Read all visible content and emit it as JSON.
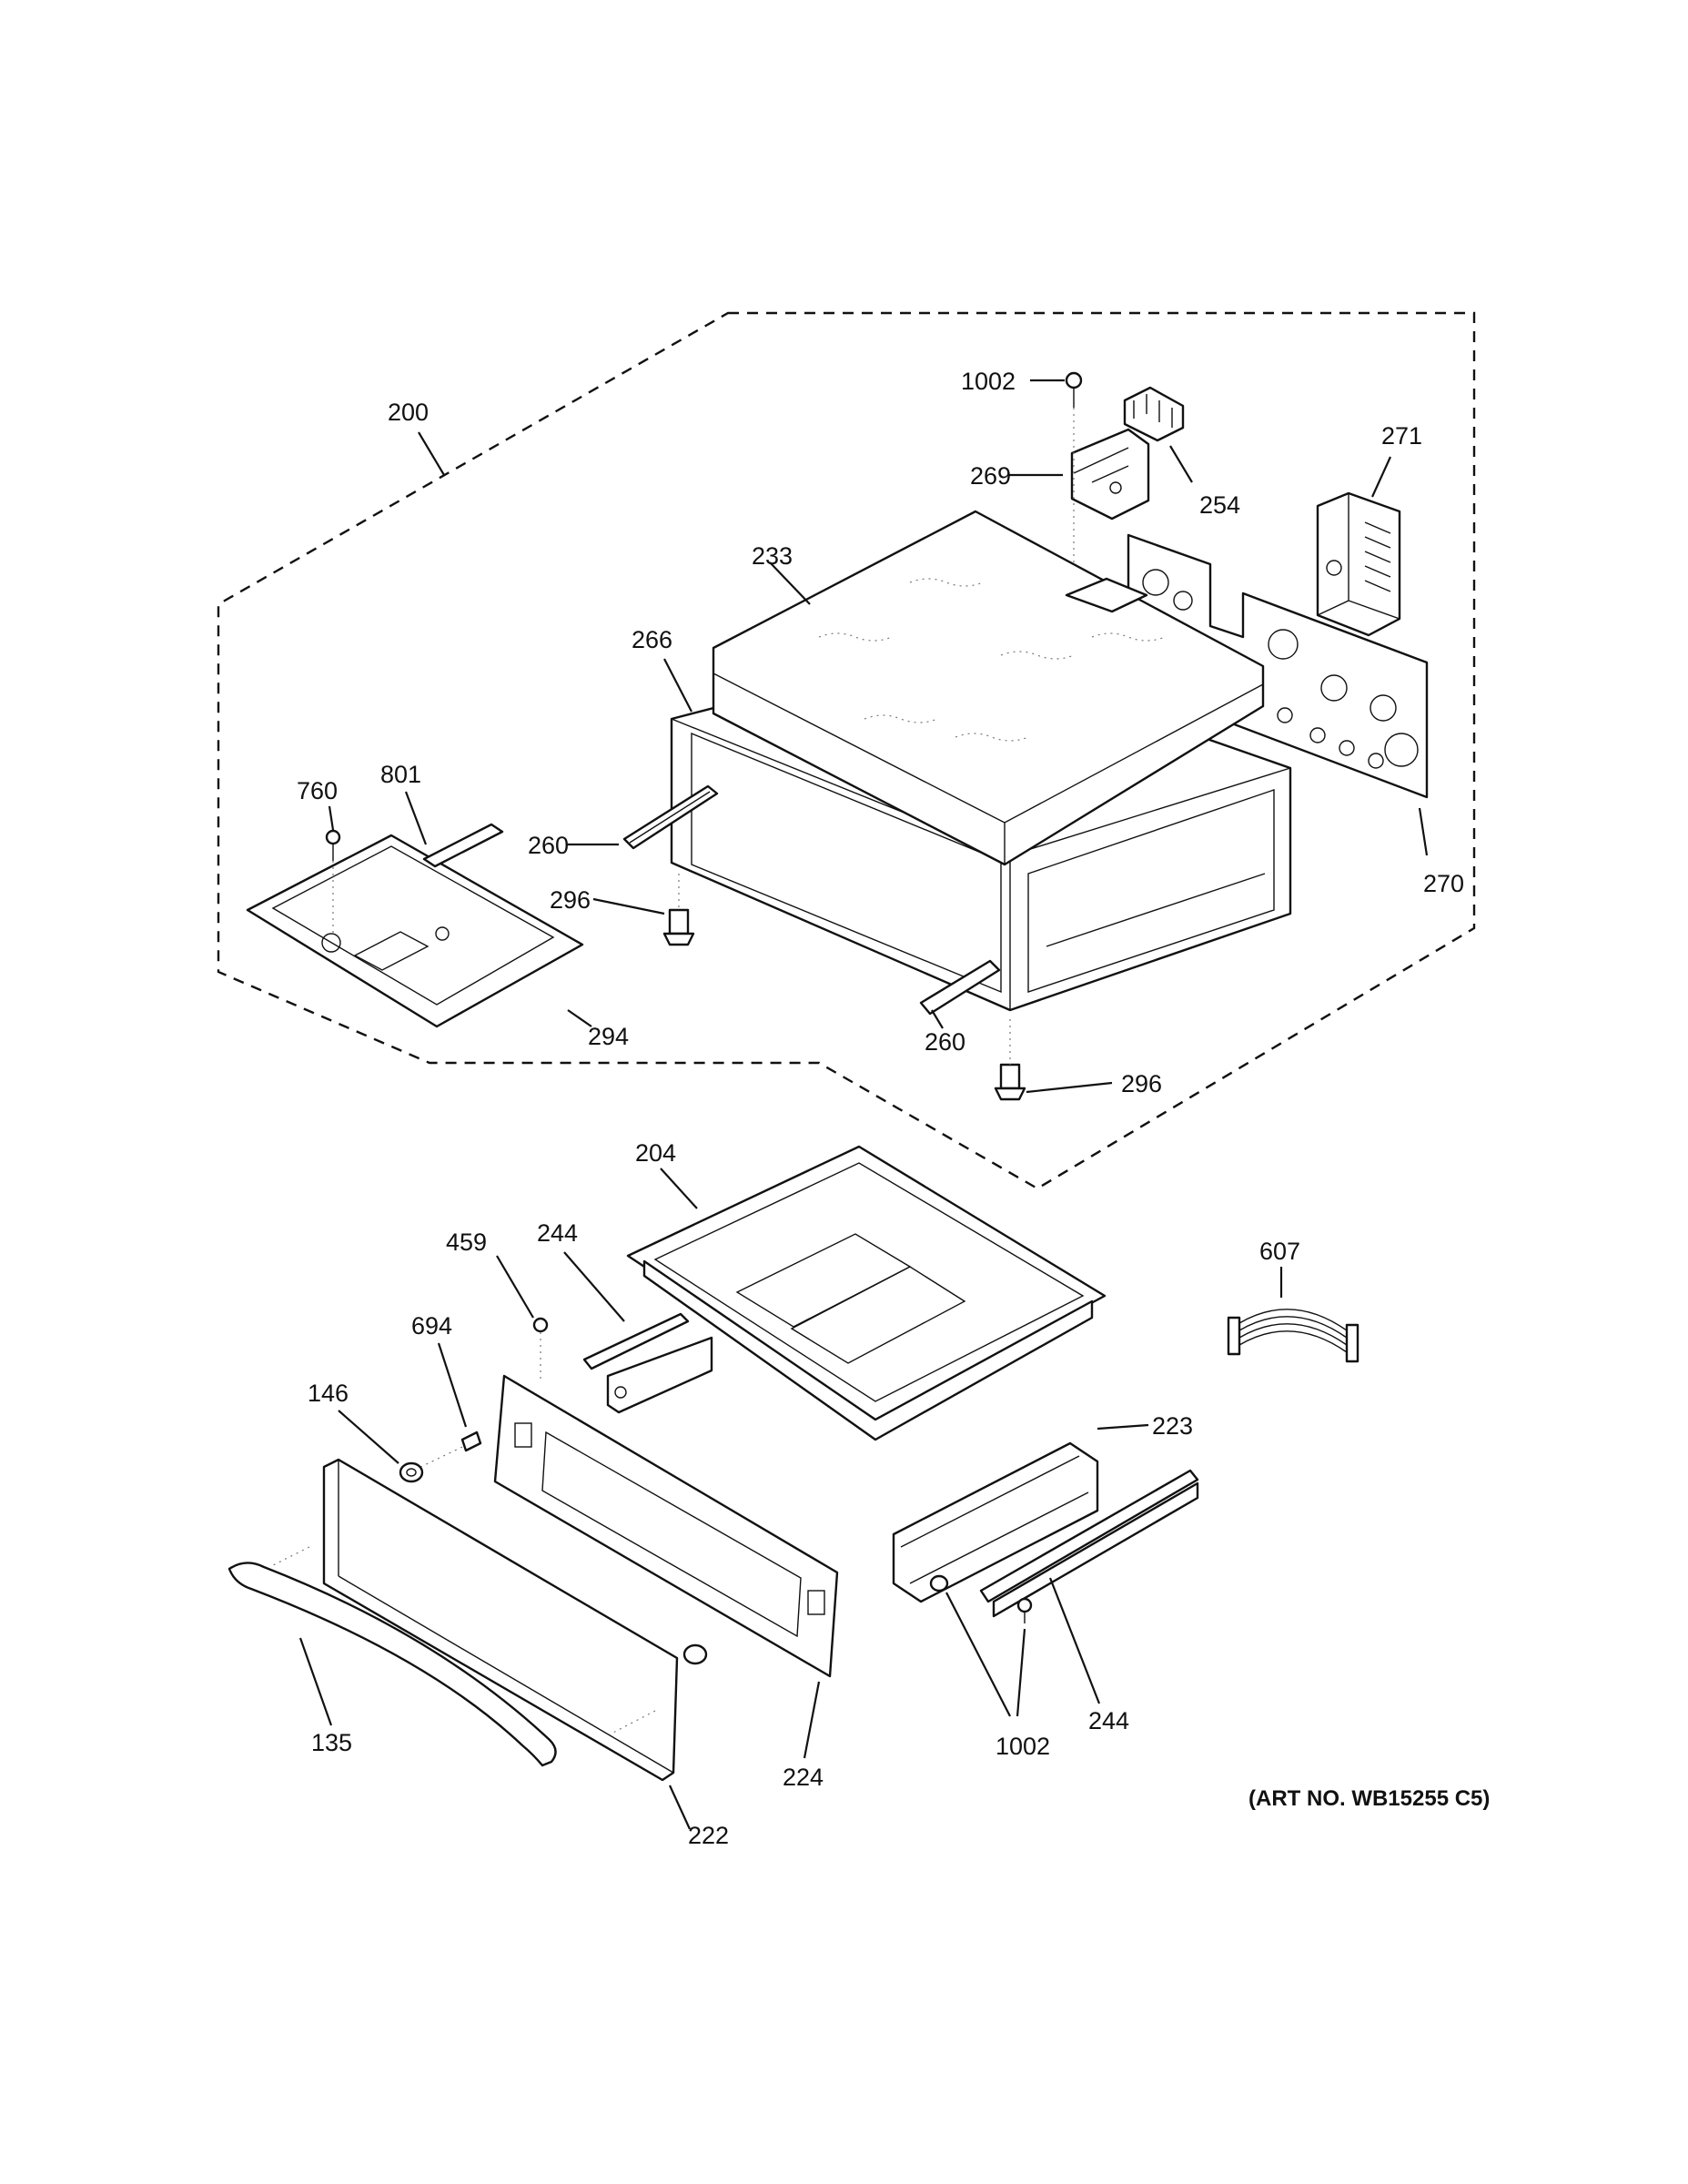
{
  "diagram": {
    "art_number": "(ART NO. WB15255 C5)",
    "callouts": [
      {
        "id": "c-200",
        "text": "200"
      },
      {
        "id": "c-1002-top",
        "text": "1002"
      },
      {
        "id": "c-269",
        "text": "269"
      },
      {
        "id": "c-254",
        "text": "254"
      },
      {
        "id": "c-271",
        "text": "271"
      },
      {
        "id": "c-233",
        "text": "233"
      },
      {
        "id": "c-266",
        "text": "266"
      },
      {
        "id": "c-760",
        "text": "760"
      },
      {
        "id": "c-801",
        "text": "801"
      },
      {
        "id": "c-260-a",
        "text": "260"
      },
      {
        "id": "c-296-a",
        "text": "296"
      },
      {
        "id": "c-270",
        "text": "270"
      },
      {
        "id": "c-294",
        "text": "294"
      },
      {
        "id": "c-260-b",
        "text": "260"
      },
      {
        "id": "c-296-b",
        "text": "296"
      },
      {
        "id": "c-204",
        "text": "204"
      },
      {
        "id": "c-244-a",
        "text": "244"
      },
      {
        "id": "c-459",
        "text": "459"
      },
      {
        "id": "c-607",
        "text": "607"
      },
      {
        "id": "c-694",
        "text": "694"
      },
      {
        "id": "c-146",
        "text": "146"
      },
      {
        "id": "c-223",
        "text": "223"
      },
      {
        "id": "c-135",
        "text": "135"
      },
      {
        "id": "c-224",
        "text": "224"
      },
      {
        "id": "c-1002-bot",
        "text": "1002"
      },
      {
        "id": "c-244-b",
        "text": "244"
      },
      {
        "id": "c-222",
        "text": "222"
      }
    ]
  }
}
